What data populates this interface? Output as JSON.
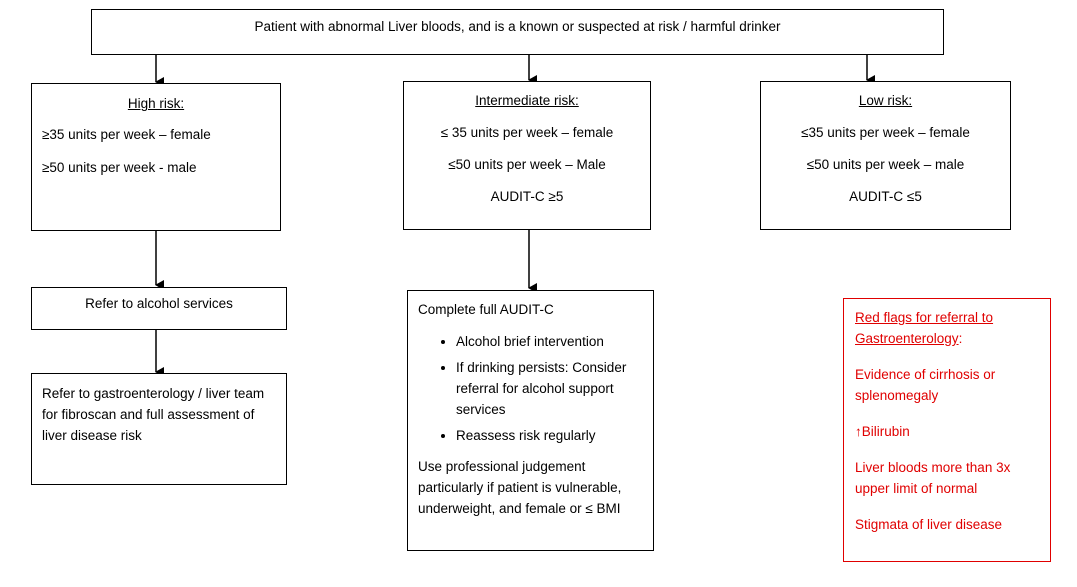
{
  "top": {
    "text": "Patient with abnormal Liver bloods, and is a known or suspected at risk / harmful drinker"
  },
  "high": {
    "title": "High risk:",
    "lines": [
      "≥35 units per week – female",
      "≥50 units per week - male"
    ]
  },
  "intermediate": {
    "title": "Intermediate risk:",
    "lines": [
      "≤ 35 units per week – female",
      "≤50 units per week – Male",
      "AUDIT-C ≥5"
    ]
  },
  "low": {
    "title": "Low risk:",
    "lines": [
      "≤35 units per week – female",
      "≤50 units per week – male",
      "AUDIT-C ≤5"
    ]
  },
  "refer_alcohol": {
    "text": "Refer to alcohol services"
  },
  "refer_gastro": {
    "text": "Refer to gastroenterology / liver team for fibroscan and full assessment of liver disease risk"
  },
  "audit": {
    "heading": "Complete full AUDIT-C",
    "bullets": [
      "Alcohol brief intervention",
      "If drinking persists: Consider referral for alcohol support services",
      "Reassess risk regularly"
    ],
    "note": "Use professional judgement particularly if patient is vulnerable, underweight, and female or ≤ BMI"
  },
  "red_flags": {
    "title_underlined": "Red flags for referral to Gastroenterology",
    "title_suffix": ":",
    "items": [
      "Evidence of cirrhosis or splenomegaly",
      "↑Bilirubin",
      "Liver bloods more than 3x upper limit of normal",
      "Stigmata of liver disease"
    ],
    "color": "#e00000"
  }
}
